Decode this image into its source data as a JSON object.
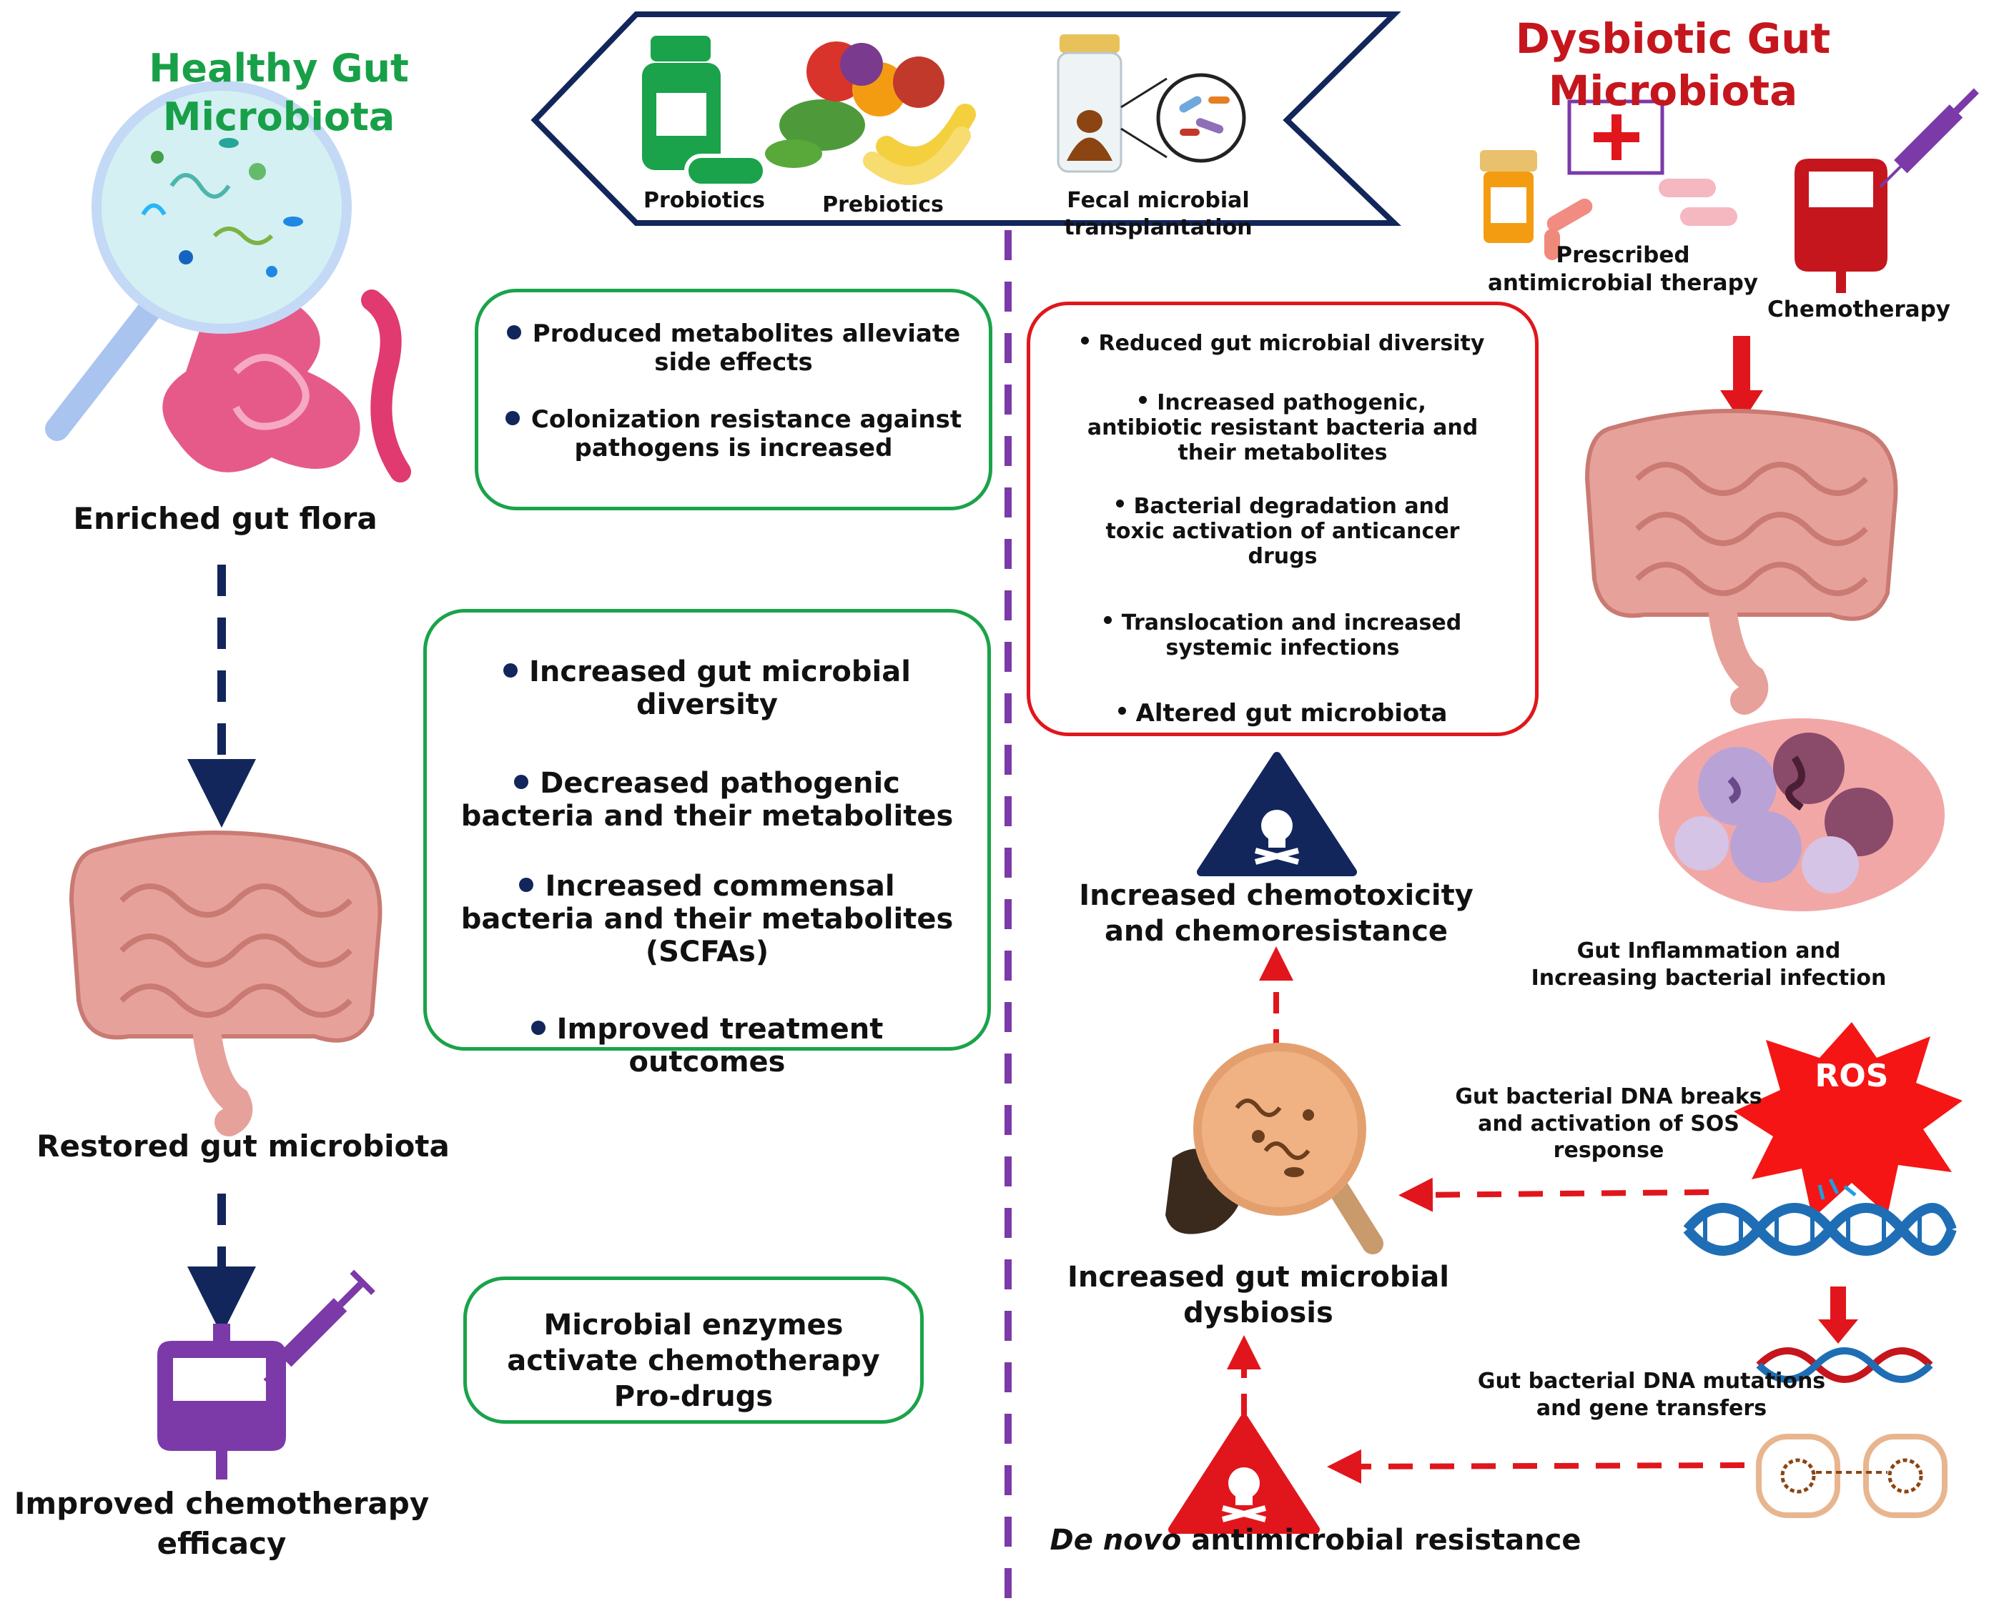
{
  "titles": {
    "healthy": "Healthy Gut Microbiota",
    "dysbiotic": "Dysbiotic Gut Microbiota"
  },
  "top_banner": {
    "items": [
      "Probiotics",
      "Prebiotics",
      "Fecal microbial transplantation"
    ]
  },
  "healthy": {
    "enriched_label": "Enriched gut flora",
    "restored_label": "Restored gut microbiota",
    "improved_label_1": "Improved chemotherapy",
    "improved_label_2": "efficacy",
    "box1": [
      "Produced metabolites alleviate side effects",
      "Colonization resistance against pathogens is increased"
    ],
    "box2": [
      "Increased gut microbial diversity",
      "Decreased pathogenic bacteria and their metabolites",
      "Increased commensal  bacteria and their metabolites (SCFAs)",
      "Improved treatment outcomes"
    ],
    "box3": "Microbial enzymes activate chemotherapy Pro-drugs"
  },
  "dysbiotic": {
    "prescribed_label": "Prescribed antimicrobial therapy",
    "chemo_label": "Chemotherapy",
    "effects": [
      "Reduced gut microbial diversity",
      "Increased pathogenic, antibiotic resistant bacteria and their metabolites",
      "Bacterial degradation and toxic activation of anticancer drugs",
      "Translocation and increased systemic infections",
      "Altered gut microbiota"
    ],
    "chemotox_label": "Increased chemotoxicity and chemoresistance",
    "inflammation_label": "Gut Inflammation and Increasing bacterial infection",
    "ros_label": "ROS",
    "dna_breaks_label": "Gut bacterial DNA breaks and activation of  SOS response",
    "dysbiosis_label": "Increased gut microbial dysbiosis",
    "mutations_label": "Gut bacterial DNA mutations and gene transfers",
    "amr_italic": "De novo",
    "amr_rest": " antimicrobial resistance"
  },
  "colors": {
    "healthy_green": "#18a048",
    "dysbiotic_red": "#c5161d",
    "navy": "#12265c",
    "divider_purple": "#7b3aa8"
  }
}
